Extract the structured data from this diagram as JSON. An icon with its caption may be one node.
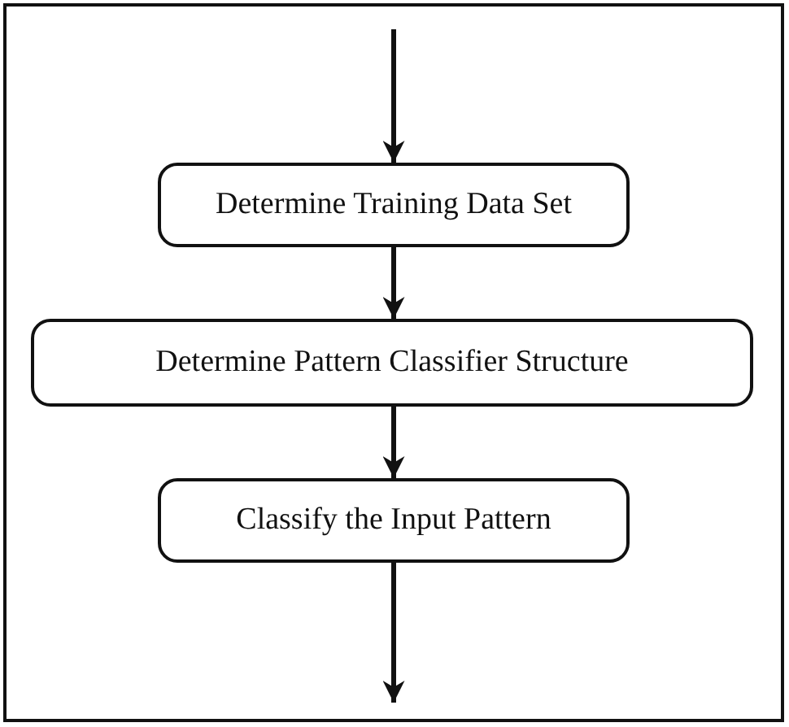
{
  "diagram": {
    "nodes": [
      {
        "text": [
          "Determine Training Data Set"
        ]
      },
      {
        "text": [
          "Determine Pattern Classifier Structure"
        ]
      },
      {
        "text": [
          "Classify the Input Pattern"
        ]
      }
    ],
    "edges": [
      {
        "from": null,
        "to": 0,
        "arrow": "to"
      },
      {
        "from": 0,
        "to": 1,
        "arrow": "to"
      },
      {
        "from": 1,
        "to": 2,
        "arrow": "to"
      },
      {
        "from": 2,
        "to": null,
        "arrow": "to"
      }
    ]
  }
}
